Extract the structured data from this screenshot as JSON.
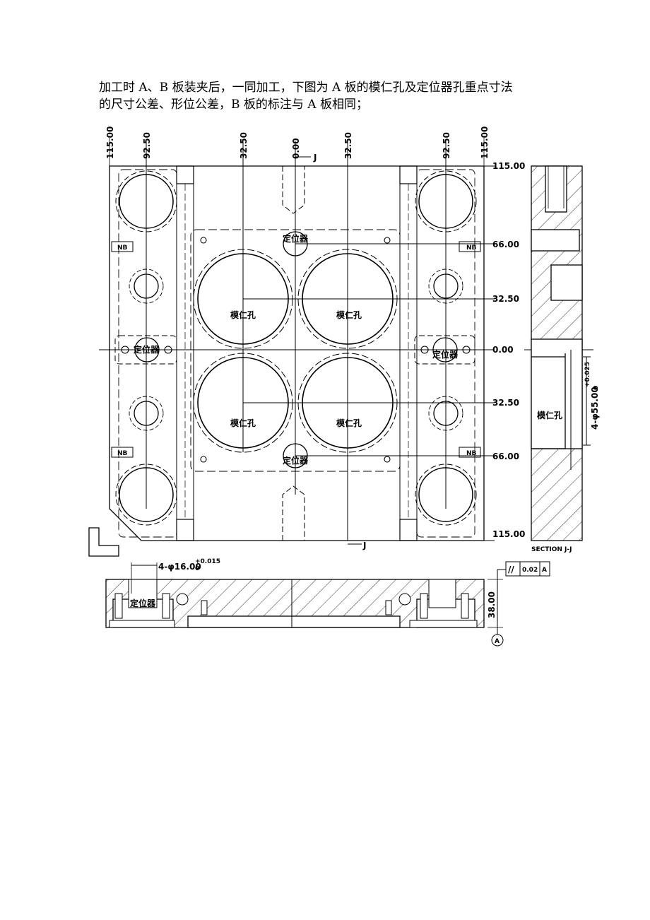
{
  "intro": {
    "line1": "加工时 A、B 板装夹后，一同加工，下图为 A 板的模仁孔及定位器孔重点寸法",
    "line2": "的尺寸公差、形位公差，B 板的标注与 A 板相同；"
  },
  "top_dims": [
    "115.00",
    "92.50",
    "32.50",
    "0.00",
    "32.50",
    "92.50",
    "115.00"
  ],
  "right_dims": [
    "115.00",
    "66.00",
    "32.50",
    "0.00",
    "32.50",
    "66.00",
    "115.00"
  ],
  "section_marker": "J",
  "labels": {
    "cavity": "模仁孔",
    "locator": "定位器",
    "nb": "NB",
    "section_title": "SECTION J-J",
    "cavity_hole_dim": "4-φ55.00",
    "cavity_tol_upper": "+0.025",
    "cavity_tol_lower": "0",
    "locator_hole_dim": "4-φ16.00",
    "locator_tol_upper": "+0.015",
    "locator_tol_lower": "0",
    "thickness": "38.00",
    "parallel_symbol": "//",
    "tolerance_value": "0.02",
    "datum": "A"
  }
}
